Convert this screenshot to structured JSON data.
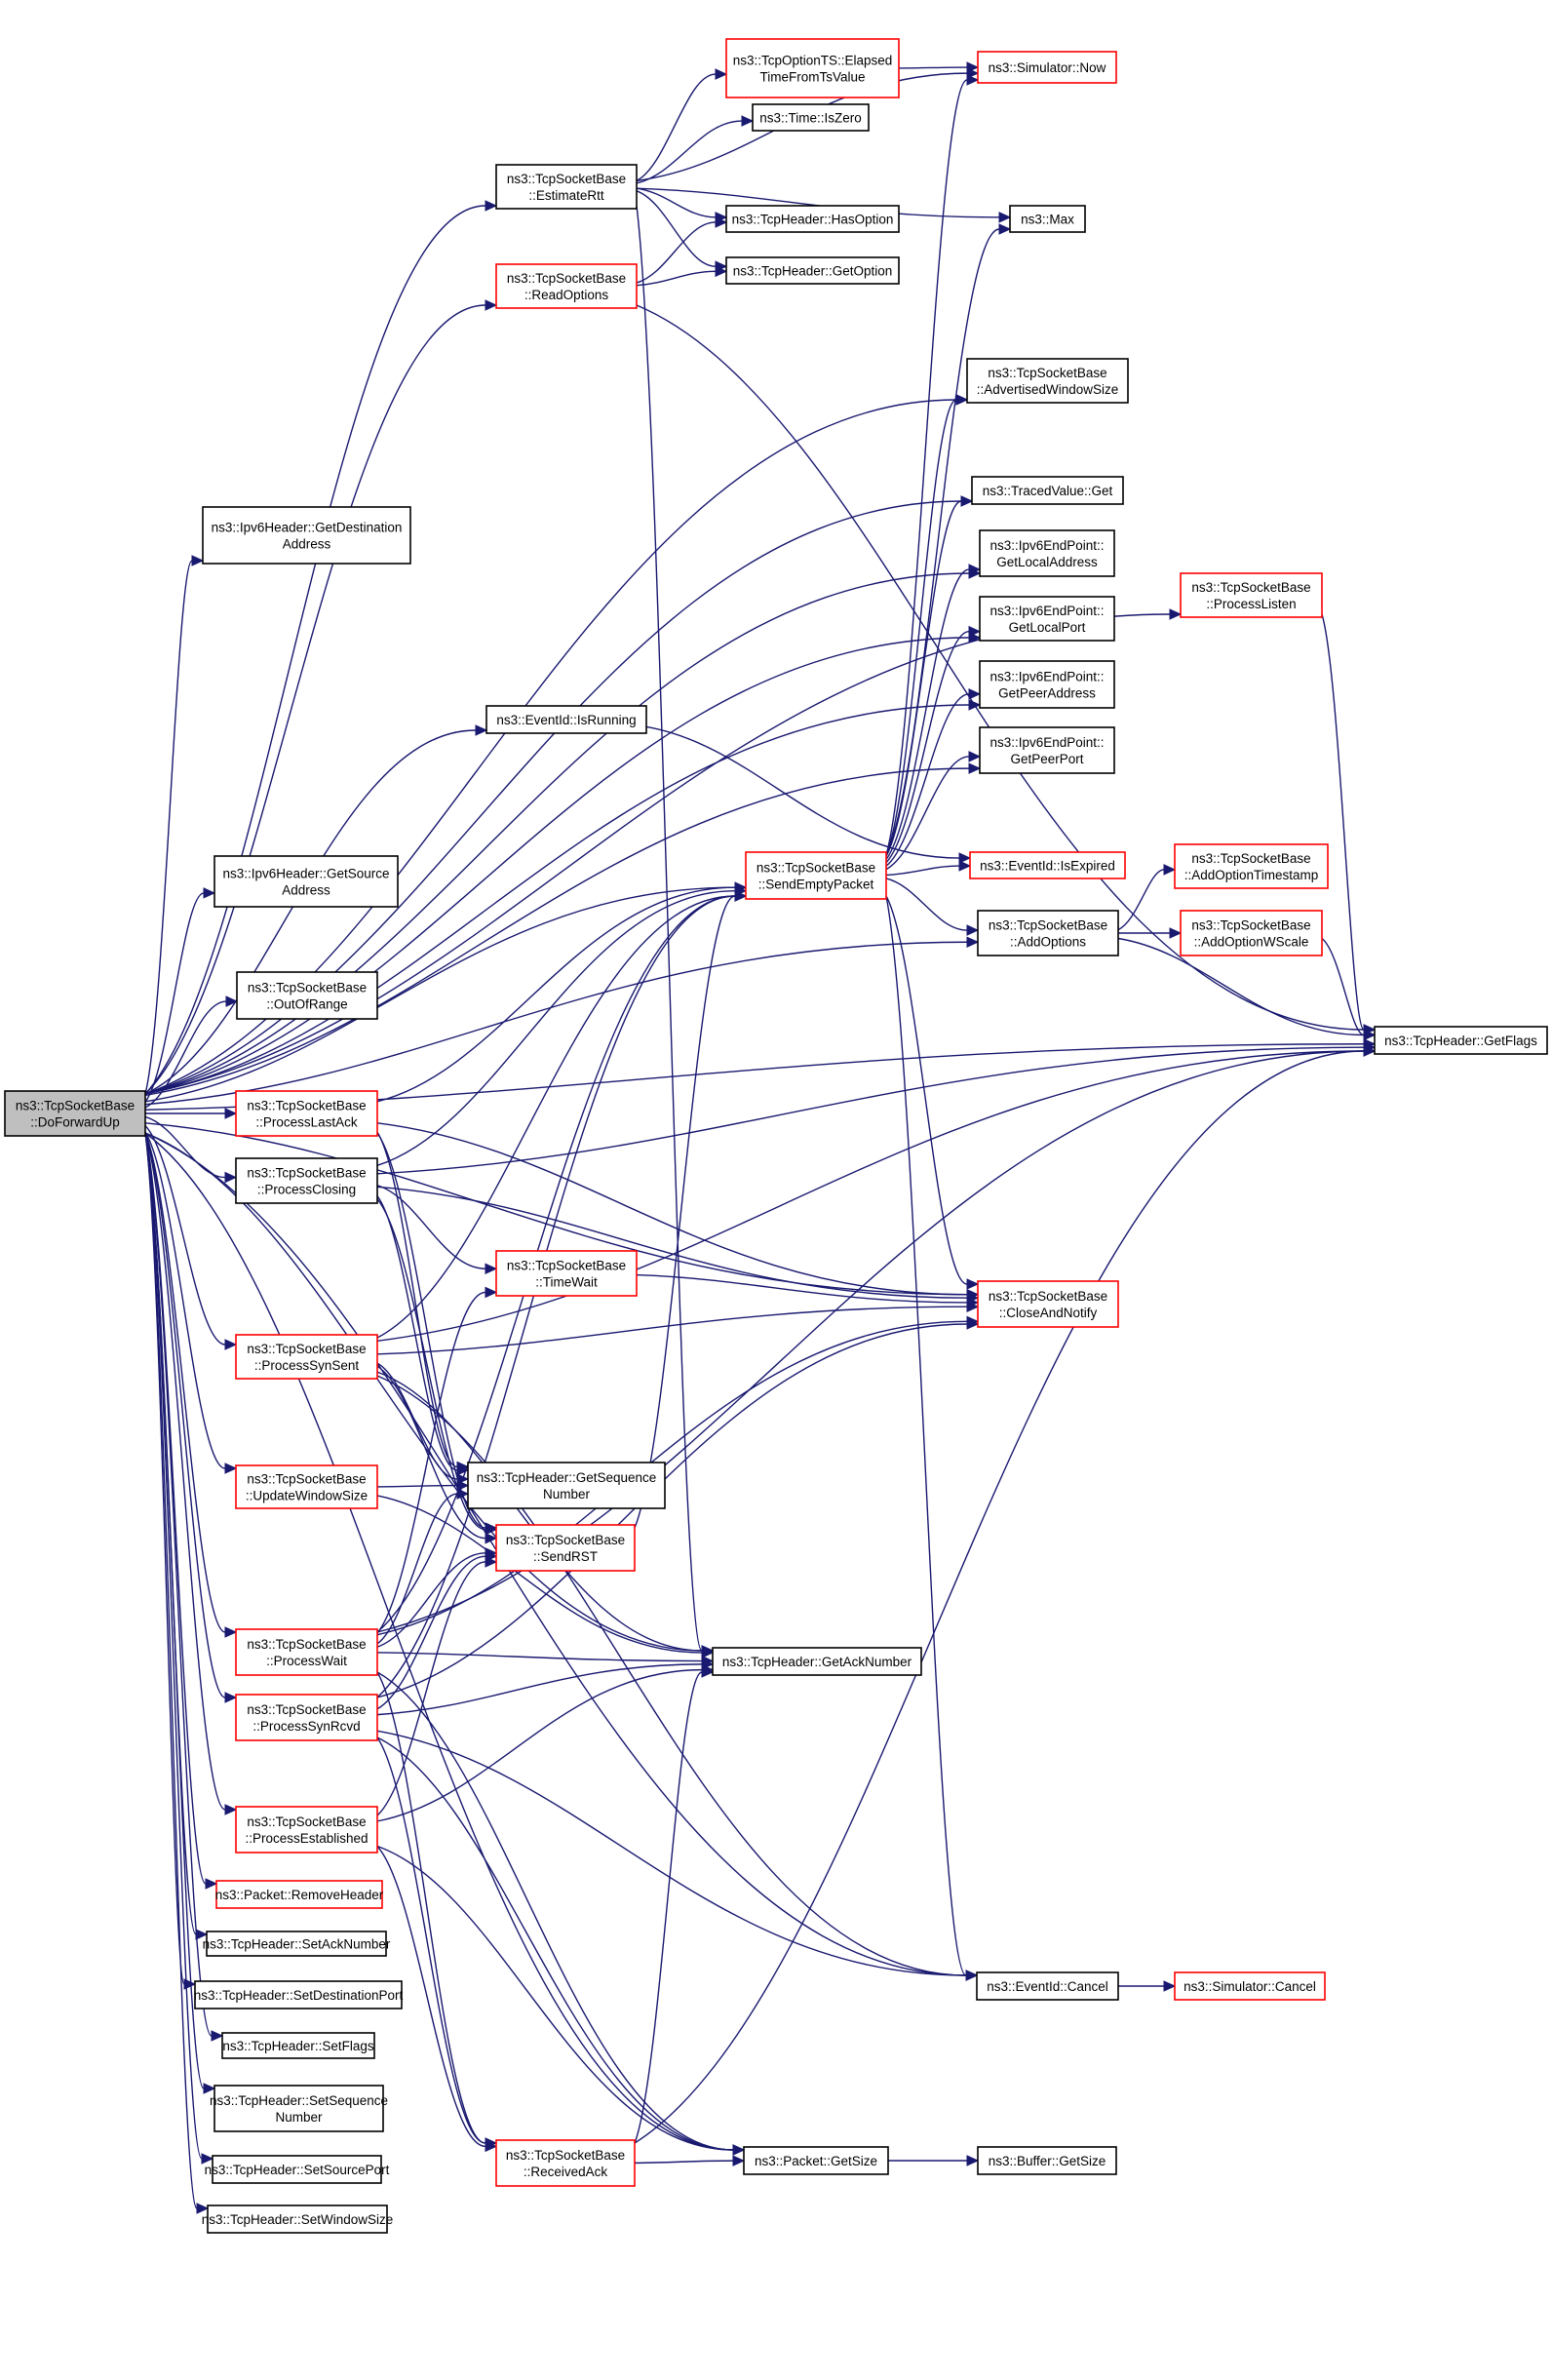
{
  "diagram": {
    "type": "call-graph",
    "colors": {
      "edge": "#191970",
      "root_fill": "#bfbfbf",
      "node_fill": "#ffffff",
      "node_border": "#000000",
      "truncated_border": "#ff0000"
    },
    "root": "DoForwardUp",
    "nodes": [
      {
        "id": "DoForwardUp",
        "lines": [
          "ns3::TcpSocketBase",
          "::DoForwardUp"
        ],
        "root": true,
        "truncated": false
      },
      {
        "id": "EstimateRtt",
        "lines": [
          "ns3::TcpSocketBase",
          "::EstimateRtt"
        ],
        "truncated": false
      },
      {
        "id": "ReadOptions",
        "lines": [
          "ns3::TcpSocketBase",
          "::ReadOptions"
        ],
        "truncated": true
      },
      {
        "id": "ElapsedTimeFromTsValue",
        "lines": [
          "ns3::TcpOptionTS::Elapsed",
          "TimeFromTsValue"
        ],
        "truncated": true
      },
      {
        "id": "SimulatorNow",
        "lines": [
          "ns3::Simulator::Now"
        ],
        "truncated": true
      },
      {
        "id": "TimeIsZero",
        "lines": [
          "ns3::Time::IsZero"
        ],
        "truncated": false
      },
      {
        "id": "HasOption",
        "lines": [
          "ns3::TcpHeader::HasOption"
        ],
        "truncated": false
      },
      {
        "id": "GetOption",
        "lines": [
          "ns3::TcpHeader::GetOption"
        ],
        "truncated": false
      },
      {
        "id": "Max",
        "lines": [
          "ns3::Max"
        ],
        "truncated": false
      },
      {
        "id": "AdvertisedWindowSize",
        "lines": [
          "ns3::TcpSocketBase",
          "::AdvertisedWindowSize"
        ],
        "truncated": false
      },
      {
        "id": "TracedValueGet",
        "lines": [
          "ns3::TracedValue::Get"
        ],
        "truncated": false
      },
      {
        "id": "GetDestinationAddress",
        "lines": [
          "ns3::Ipv6Header::GetDestination",
          "Address"
        ],
        "truncated": false
      },
      {
        "id": "GetLocalAddress",
        "lines": [
          "ns3::Ipv6EndPoint::",
          "GetLocalAddress"
        ],
        "truncated": false
      },
      {
        "id": "ProcessListen",
        "lines": [
          "ns3::TcpSocketBase",
          "::ProcessListen"
        ],
        "truncated": true
      },
      {
        "id": "GetLocalPort",
        "lines": [
          "ns3::Ipv6EndPoint::",
          "GetLocalPort"
        ],
        "truncated": false
      },
      {
        "id": "GetPeerAddress",
        "lines": [
          "ns3::Ipv6EndPoint::",
          "GetPeerAddress"
        ],
        "truncated": false
      },
      {
        "id": "IsRunning",
        "lines": [
          "ns3::EventId::IsRunning"
        ],
        "truncated": false
      },
      {
        "id": "GetPeerPort",
        "lines": [
          "ns3::Ipv6EndPoint::",
          "GetPeerPort"
        ],
        "truncated": false
      },
      {
        "id": "GetSourceAddress",
        "lines": [
          "ns3::Ipv6Header::GetSource",
          "Address"
        ],
        "truncated": false
      },
      {
        "id": "SendEmptyPacket",
        "lines": [
          "ns3::TcpSocketBase",
          "::SendEmptyPacket"
        ],
        "truncated": true
      },
      {
        "id": "IsExpired",
        "lines": [
          "ns3::EventId::IsExpired"
        ],
        "truncated": true
      },
      {
        "id": "AddOptionTimestamp",
        "lines": [
          "ns3::TcpSocketBase",
          "::AddOptionTimestamp"
        ],
        "truncated": true
      },
      {
        "id": "AddOptions",
        "lines": [
          "ns3::TcpSocketBase",
          "::AddOptions"
        ],
        "truncated": false
      },
      {
        "id": "AddOptionWScale",
        "lines": [
          "ns3::TcpSocketBase",
          "::AddOptionWScale"
        ],
        "truncated": true
      },
      {
        "id": "OutOfRange",
        "lines": [
          "ns3::TcpSocketBase",
          "::OutOfRange"
        ],
        "truncated": false
      },
      {
        "id": "GetFlags",
        "lines": [
          "ns3::TcpHeader::GetFlags"
        ],
        "truncated": false
      },
      {
        "id": "ProcessLastAck",
        "lines": [
          "ns3::TcpSocketBase",
          "::ProcessLastAck"
        ],
        "truncated": true
      },
      {
        "id": "ProcessClosing",
        "lines": [
          "ns3::TcpSocketBase",
          "::ProcessClosing"
        ],
        "truncated": false
      },
      {
        "id": "TimeWait",
        "lines": [
          "ns3::TcpSocketBase",
          "::TimeWait"
        ],
        "truncated": true
      },
      {
        "id": "CloseAndNotify",
        "lines": [
          "ns3::TcpSocketBase",
          "::CloseAndNotify"
        ],
        "truncated": true
      },
      {
        "id": "ProcessSynSent",
        "lines": [
          "ns3::TcpSocketBase",
          "::ProcessSynSent"
        ],
        "truncated": true
      },
      {
        "id": "UpdateWindowSize",
        "lines": [
          "ns3::TcpSocketBase",
          "::UpdateWindowSize"
        ],
        "truncated": true
      },
      {
        "id": "GetSequenceNumber",
        "lines": [
          "ns3::TcpHeader::GetSequence",
          "Number"
        ],
        "truncated": false
      },
      {
        "id": "SendRST",
        "lines": [
          "ns3::TcpSocketBase",
          "::SendRST"
        ],
        "truncated": true
      },
      {
        "id": "ProcessWait",
        "lines": [
          "ns3::TcpSocketBase",
          "::ProcessWait"
        ],
        "truncated": true
      },
      {
        "id": "GetAckNumber",
        "lines": [
          "ns3::TcpHeader::GetAckNumber"
        ],
        "truncated": false
      },
      {
        "id": "ProcessSynRcvd",
        "lines": [
          "ns3::TcpSocketBase",
          "::ProcessSynRcvd"
        ],
        "truncated": true
      },
      {
        "id": "ProcessEstablished",
        "lines": [
          "ns3::TcpSocketBase",
          "::ProcessEstablished"
        ],
        "truncated": true
      },
      {
        "id": "RemoveHeader",
        "lines": [
          "ns3::Packet::RemoveHeader"
        ],
        "truncated": true
      },
      {
        "id": "SetAckNumber",
        "lines": [
          "ns3::TcpHeader::SetAckNumber"
        ],
        "truncated": false
      },
      {
        "id": "EventIdCancel",
        "lines": [
          "ns3::EventId::Cancel"
        ],
        "truncated": false
      },
      {
        "id": "SimulatorCancel",
        "lines": [
          "ns3::Simulator::Cancel"
        ],
        "truncated": true
      },
      {
        "id": "SetDestinationPort",
        "lines": [
          "ns3::TcpHeader::SetDestinationPort"
        ],
        "truncated": false
      },
      {
        "id": "SetFlags",
        "lines": [
          "ns3::TcpHeader::SetFlags"
        ],
        "truncated": false
      },
      {
        "id": "SetSequenceNumber",
        "lines": [
          "ns3::TcpHeader::SetSequence",
          "Number"
        ],
        "truncated": false
      },
      {
        "id": "ReceivedAck",
        "lines": [
          "ns3::TcpSocketBase",
          "::ReceivedAck"
        ],
        "truncated": true
      },
      {
        "id": "PacketGetSize",
        "lines": [
          "ns3::Packet::GetSize"
        ],
        "truncated": false
      },
      {
        "id": "BufferGetSize",
        "lines": [
          "ns3::Buffer::GetSize"
        ],
        "truncated": false
      },
      {
        "id": "SetSourcePort",
        "lines": [
          "ns3::TcpHeader::SetSourcePort"
        ],
        "truncated": false
      },
      {
        "id": "SetWindowSize",
        "lines": [
          "ns3::TcpHeader::SetWindowSize"
        ],
        "truncated": false
      }
    ],
    "edges": [
      [
        "DoForwardUp",
        "EstimateRtt"
      ],
      [
        "DoForwardUp",
        "ReadOptions"
      ],
      [
        "DoForwardUp",
        "AdvertisedWindowSize"
      ],
      [
        "DoForwardUp",
        "TracedValueGet"
      ],
      [
        "DoForwardUp",
        "GetDestinationAddress"
      ],
      [
        "DoForwardUp",
        "GetLocalAddress"
      ],
      [
        "DoForwardUp",
        "GetLocalPort"
      ],
      [
        "DoForwardUp",
        "GetPeerAddress"
      ],
      [
        "DoForwardUp",
        "GetPeerPort"
      ],
      [
        "DoForwardUp",
        "IsRunning"
      ],
      [
        "DoForwardUp",
        "SendEmptyPacket"
      ],
      [
        "DoForwardUp",
        "GetSourceAddress"
      ],
      [
        "DoForwardUp",
        "OutOfRange"
      ],
      [
        "DoForwardUp",
        "ProcessLastAck"
      ],
      [
        "DoForwardUp",
        "ProcessClosing"
      ],
      [
        "DoForwardUp",
        "ProcessSynSent"
      ],
      [
        "DoForwardUp",
        "UpdateWindowSize"
      ],
      [
        "DoForwardUp",
        "ProcessWait"
      ],
      [
        "DoForwardUp",
        "ProcessSynRcvd"
      ],
      [
        "DoForwardUp",
        "ProcessEstablished"
      ],
      [
        "DoForwardUp",
        "RemoveHeader"
      ],
      [
        "DoForwardUp",
        "SetAckNumber"
      ],
      [
        "DoForwardUp",
        "SetDestinationPort"
      ],
      [
        "DoForwardUp",
        "SetFlags"
      ],
      [
        "DoForwardUp",
        "SetSequenceNumber"
      ],
      [
        "DoForwardUp",
        "SetSourcePort"
      ],
      [
        "DoForwardUp",
        "SetWindowSize"
      ],
      [
        "DoForwardUp",
        "ProcessListen"
      ],
      [
        "DoForwardUp",
        "AddOptions"
      ],
      [
        "DoForwardUp",
        "GetFlags"
      ],
      [
        "DoForwardUp",
        "PacketGetSize"
      ],
      [
        "DoForwardUp",
        "EventIdCancel"
      ],
      [
        "DoForwardUp",
        "CloseAndNotify"
      ],
      [
        "DoForwardUp",
        "GetAckNumber"
      ],
      [
        "EstimateRtt",
        "ElapsedTimeFromTsValue"
      ],
      [
        "EstimateRtt",
        "SimulatorNow"
      ],
      [
        "EstimateRtt",
        "TimeIsZero"
      ],
      [
        "EstimateRtt",
        "Max"
      ],
      [
        "EstimateRtt",
        "HasOption"
      ],
      [
        "EstimateRtt",
        "GetOption"
      ],
      [
        "EstimateRtt",
        "GetAckNumber"
      ],
      [
        "ReadOptions",
        "HasOption"
      ],
      [
        "ReadOptions",
        "GetOption"
      ],
      [
        "ReadOptions",
        "GetFlags"
      ],
      [
        "ElapsedTimeFromTsValue",
        "SimulatorNow"
      ],
      [
        "IsRunning",
        "IsExpired"
      ],
      [
        "SendEmptyPacket",
        "SimulatorNow"
      ],
      [
        "SendEmptyPacket",
        "Max"
      ],
      [
        "SendEmptyPacket",
        "AdvertisedWindowSize"
      ],
      [
        "SendEmptyPacket",
        "TracedValueGet"
      ],
      [
        "SendEmptyPacket",
        "GetLocalAddress"
      ],
      [
        "SendEmptyPacket",
        "GetLocalPort"
      ],
      [
        "SendEmptyPacket",
        "GetPeerAddress"
      ],
      [
        "SendEmptyPacket",
        "GetPeerPort"
      ],
      [
        "SendEmptyPacket",
        "IsExpired"
      ],
      [
        "SendEmptyPacket",
        "AddOptions"
      ],
      [
        "SendEmptyPacket",
        "CloseAndNotify"
      ],
      [
        "SendEmptyPacket",
        "EventIdCancel"
      ],
      [
        "AddOptions",
        "AddOptionTimestamp"
      ],
      [
        "AddOptions",
        "AddOptionWScale"
      ],
      [
        "AddOptions",
        "GetFlags"
      ],
      [
        "AddOptionWScale",
        "GetFlags"
      ],
      [
        "ProcessListen",
        "GetFlags"
      ],
      [
        "ProcessLastAck",
        "SendEmptyPacket"
      ],
      [
        "ProcessLastAck",
        "GetSequenceNumber"
      ],
      [
        "ProcessLastAck",
        "SendRST"
      ],
      [
        "ProcessLastAck",
        "CloseAndNotify"
      ],
      [
        "ProcessClosing",
        "SendEmptyPacket"
      ],
      [
        "ProcessClosing",
        "GetFlags"
      ],
      [
        "ProcessClosing",
        "TimeWait"
      ],
      [
        "ProcessClosing",
        "CloseAndNotify"
      ],
      [
        "ProcessClosing",
        "GetSequenceNumber"
      ],
      [
        "ProcessClosing",
        "SendRST"
      ],
      [
        "TimeWait",
        "CloseAndNotify"
      ],
      [
        "ProcessSynSent",
        "SendEmptyPacket"
      ],
      [
        "ProcessSynSent",
        "GetFlags"
      ],
      [
        "ProcessSynSent",
        "CloseAndNotify"
      ],
      [
        "ProcessSynSent",
        "GetSequenceNumber"
      ],
      [
        "ProcessSynSent",
        "SendRST"
      ],
      [
        "ProcessSynSent",
        "GetAckNumber"
      ],
      [
        "ProcessSynSent",
        "EventIdCancel"
      ],
      [
        "UpdateWindowSize",
        "GetSequenceNumber"
      ],
      [
        "UpdateWindowSize",
        "GetAckNumber"
      ],
      [
        "SendRST",
        "SendEmptyPacket"
      ],
      [
        "ProcessWait",
        "TimeWait"
      ],
      [
        "ProcessWait",
        "GetSequenceNumber"
      ],
      [
        "ProcessWait",
        "SendRST"
      ],
      [
        "ProcessWait",
        "GetAckNumber"
      ],
      [
        "ProcessWait",
        "SendEmptyPacket"
      ],
      [
        "ProcessWait",
        "CloseAndNotify"
      ],
      [
        "ProcessWait",
        "ReceivedAck"
      ],
      [
        "ProcessWait",
        "GetFlags"
      ],
      [
        "ProcessWait",
        "PacketGetSize"
      ],
      [
        "ProcessSynRcvd",
        "SendRST"
      ],
      [
        "ProcessSynRcvd",
        "SendEmptyPacket"
      ],
      [
        "ProcessSynRcvd",
        "CloseAndNotify"
      ],
      [
        "ProcessSynRcvd",
        "ReceivedAck"
      ],
      [
        "ProcessSynRcvd",
        "EventIdCancel"
      ],
      [
        "ProcessSynRcvd",
        "GetAckNumber"
      ],
      [
        "ProcessSynRcvd",
        "PacketGetSize"
      ],
      [
        "ProcessEstablished",
        "SendRST"
      ],
      [
        "ProcessEstablished",
        "ReceivedAck"
      ],
      [
        "ProcessEstablished",
        "GetAckNumber"
      ],
      [
        "ProcessEstablished",
        "PacketGetSize"
      ],
      [
        "ReceivedAck",
        "GetAckNumber"
      ],
      [
        "ReceivedAck",
        "PacketGetSize"
      ],
      [
        "ReceivedAck",
        "GetFlags"
      ],
      [
        "PacketGetSize",
        "BufferGetSize"
      ],
      [
        "EventIdCancel",
        "SimulatorCancel"
      ]
    ]
  }
}
